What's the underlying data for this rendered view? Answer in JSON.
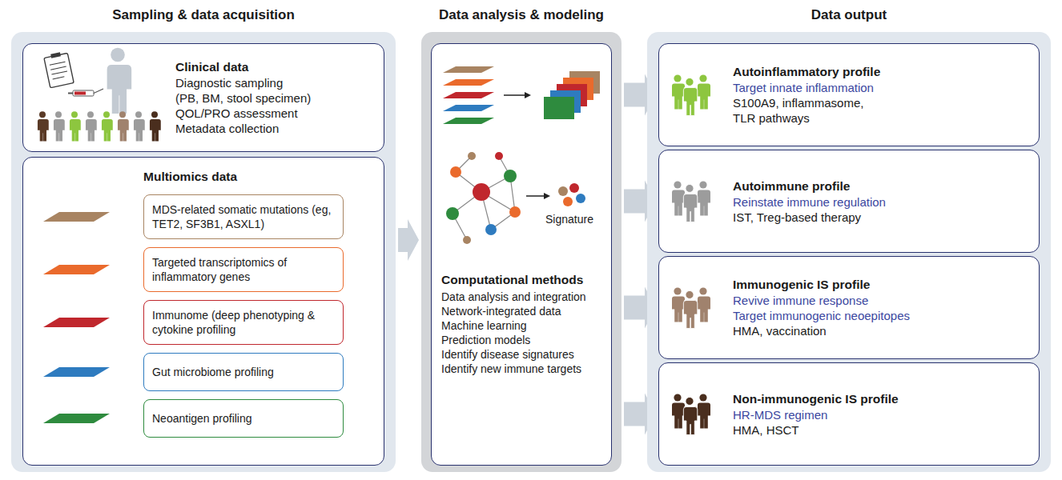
{
  "diagram": {
    "nodes": [
      {
        "text": [
          "Sampling & data acquisition"
        ]
      },
      {
        "text": [
          "Clinical data",
          "Diagnostic sampling",
          "(PB, BM, stool specimen)",
          "QOL/PRO assessment",
          "Metadata collection"
        ],
        "in": 0
      },
      {
        "text": [
          "Multiomics data"
        ],
        "in": 0
      },
      {
        "text": [
          "MDS-related somatic mutations (eg, TET2, SF3B1, ASXL1)"
        ],
        "in": 2
      },
      {
        "text": [
          "Targeted transcriptomics of inflammatory genes"
        ],
        "in": 2
      },
      {
        "text": [
          "Immunome (deep phenotyping & cytokine profiling"
        ],
        "in": 2
      },
      {
        "text": [
          "Gut microbiome profiling"
        ],
        "in": 2
      },
      {
        "text": [
          "Neoantigen profiling"
        ],
        "in": 2
      },
      {
        "text": [
          "Data analysis & modeling"
        ]
      },
      {
        "text": [
          "Signature",
          "Computational methods",
          "Data analysis and integration",
          "Network-integrated data",
          "Machine learning",
          "Prediction models",
          "Identify disease signatures",
          "Identify new immune targets"
        ],
        "in": 8
      },
      {
        "text": [
          "Data output"
        ]
      },
      {
        "text": [
          "Autoinflammatory profile",
          "Target innate inflammation",
          "S100A9, inflammasome,",
          "TLR pathways"
        ],
        "in": 10
      },
      {
        "text": [
          "Autoimmune profile",
          "Reinstate immune regulation",
          "IST, Treg-based therapy"
        ],
        "in": 10
      },
      {
        "text": [
          "Immunogenic IS profile",
          "Revive immune response",
          "Target immunogenic neoepitopes",
          "HMA, vaccination"
        ],
        "in": 10
      },
      {
        "text": [
          "Non-immunogenic IS profile",
          "HR-MDS regimen",
          "HMA, HSCT"
        ],
        "in": 10
      }
    ],
    "edges": [
      {
        "from": 0,
        "to": 8,
        "arrow": "to"
      },
      {
        "from": 8,
        "to": 11,
        "arrow": "to"
      },
      {
        "from": 8,
        "to": 12,
        "arrow": "to"
      },
      {
        "from": 8,
        "to": 13,
        "arrow": "to"
      },
      {
        "from": 8,
        "to": 14,
        "arrow": "to"
      }
    ]
  }
}
